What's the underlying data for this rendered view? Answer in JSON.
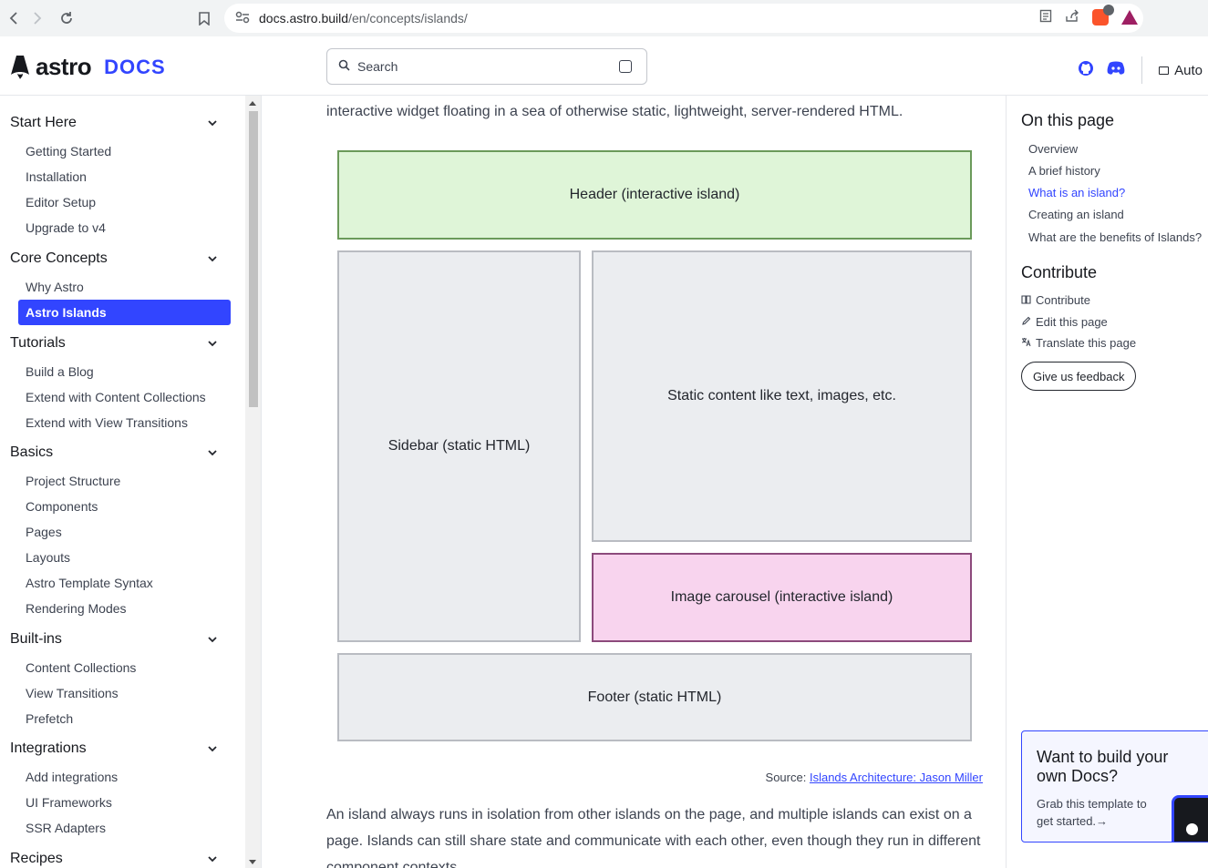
{
  "browser": {
    "url_host": "docs.astro.build",
    "url_path": "/en/concepts/islands/",
    "brave_badge": "1"
  },
  "header": {
    "logo_word": "astro",
    "logo_docs": "DOCS",
    "search_placeholder": "Search",
    "theme_label": "Auto"
  },
  "sidebar": {
    "groups": [
      {
        "label": "Start Here",
        "items": [
          "Getting Started",
          "Installation",
          "Editor Setup",
          "Upgrade to v4"
        ]
      },
      {
        "label": "Core Concepts",
        "items": [
          "Why Astro",
          "Astro Islands"
        ]
      },
      {
        "label": "Tutorials",
        "items": [
          "Build a Blog",
          "Extend with Content Collections",
          "Extend with View Transitions"
        ]
      },
      {
        "label": "Basics",
        "items": [
          "Project Structure",
          "Components",
          "Pages",
          "Layouts",
          "Astro Template Syntax",
          "Rendering Modes"
        ]
      },
      {
        "label": "Built-ins",
        "items": [
          "Content Collections",
          "View Transitions",
          "Prefetch"
        ]
      },
      {
        "label": "Integrations",
        "items": [
          "Add integrations",
          "UI Frameworks",
          "SSR Adapters"
        ]
      },
      {
        "label": "Recipes",
        "items": []
      }
    ],
    "active_item": "Astro Islands"
  },
  "main": {
    "intro_text": "interactive widget floating in a sea of otherwise static, lightweight, server-rendered HTML.",
    "diagram": {
      "header": "Header (interactive island)",
      "sidebar": "Sidebar (static HTML)",
      "static_content": "Static content like text, images, etc.",
      "carousel": "Image carousel (interactive island)",
      "footer": "Footer (static HTML)"
    },
    "source_label": "Source:",
    "source_link": "Islands Architecture: Jason Miller",
    "body_line1": "An island always runs in isolation from other islands on the page, and multiple islands can exist on a",
    "body_line2": "page. Islands can still share state and communicate with each other, even though they run in different",
    "body_line3": "component contexts."
  },
  "toc": {
    "title": "On this page",
    "links": [
      "Overview",
      "A brief history",
      "What is an island?",
      "Creating an island",
      "What are the benefits of Islands?"
    ],
    "current": "What is an island?",
    "contribute_title": "Contribute",
    "contribute_links": [
      "Contribute",
      "Edit this page",
      "Translate this page"
    ],
    "feedback_label": "Give us feedback",
    "promo_title": "Want to build your own Docs?",
    "promo_text": "Grab this template to get started.→"
  },
  "colors": {
    "accent": "#3245ff",
    "green_island": "#dff5d8",
    "pink_island": "#f8d4ee",
    "static_box": "#ebedf0"
  }
}
